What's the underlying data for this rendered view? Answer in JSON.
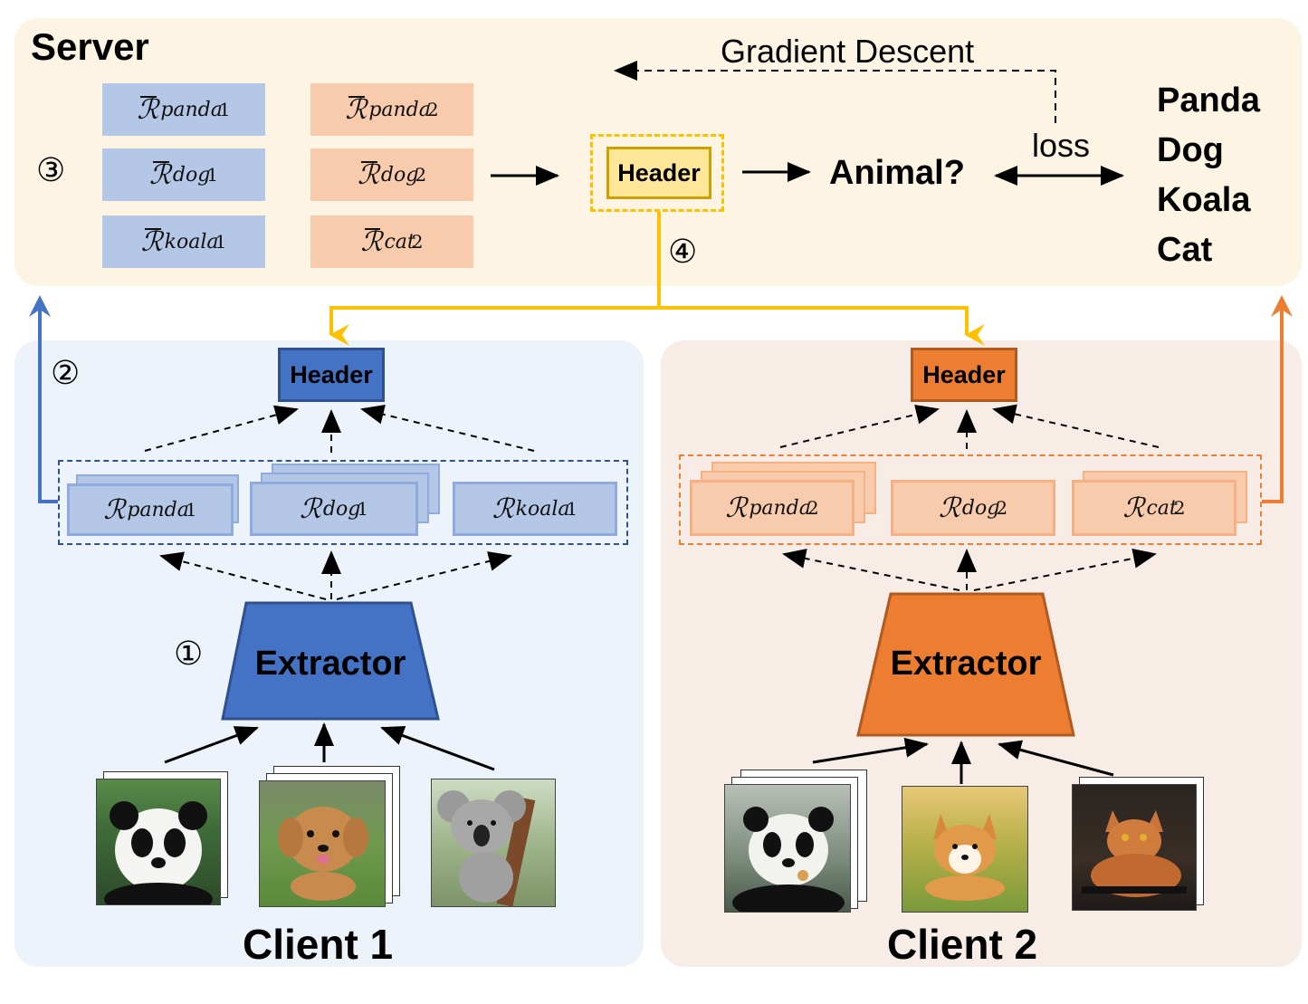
{
  "server": {
    "title": "Server",
    "step3": "③",
    "step4": "④",
    "header_label": "Header",
    "question": "Animal?",
    "loss_label": "loss",
    "gradient_label": "Gradient Descent",
    "classes": [
      "Panda",
      "Dog",
      "Koala",
      "Cat"
    ],
    "client1_reps": [
      {
        "sym": "R",
        "sup": "panda",
        "sub": "1"
      },
      {
        "sym": "R",
        "sup": "dog",
        "sub": "1"
      },
      {
        "sym": "R",
        "sup": "koala",
        "sub": "1"
      }
    ],
    "client2_reps": [
      {
        "sym": "R",
        "sup": "panda",
        "sub": "2"
      },
      {
        "sym": "R",
        "sup": "dog",
        "sub": "2"
      },
      {
        "sym": "R",
        "sup": "cat",
        "sub": "2"
      }
    ]
  },
  "client1": {
    "title": "Client 1",
    "step1": "①",
    "step2": "②",
    "header_label": "Header",
    "extractor_label": "Extractor",
    "reps": [
      {
        "sym": "R",
        "sup": "panda",
        "sub": "1"
      },
      {
        "sym": "R",
        "sup": "dog",
        "sub": "1"
      },
      {
        "sym": "R",
        "sup": "koala",
        "sub": "1"
      }
    ],
    "images": [
      "panda",
      "dog",
      "koala"
    ]
  },
  "client2": {
    "title": "Client 2",
    "header_label": "Header",
    "extractor_label": "Extractor",
    "reps": [
      {
        "sym": "R",
        "sup": "panda",
        "sub": "2"
      },
      {
        "sym": "R",
        "sup": "dog",
        "sub": "2"
      },
      {
        "sym": "R",
        "sup": "cat",
        "sub": "2"
      }
    ],
    "images": [
      "panda",
      "corgi",
      "cat"
    ]
  },
  "colors": {
    "server_bg": "#fdf4e3",
    "client1_bg": "#edf3fa",
    "client2_bg": "#f8ede6",
    "blue_rep": "#b4c7e7",
    "orange_rep": "#f8cbad",
    "blue_dark": "#4472c4",
    "orange_dark": "#ed7d31",
    "yellow": "#ffc000",
    "yellow_fill": "#ffe699"
  }
}
